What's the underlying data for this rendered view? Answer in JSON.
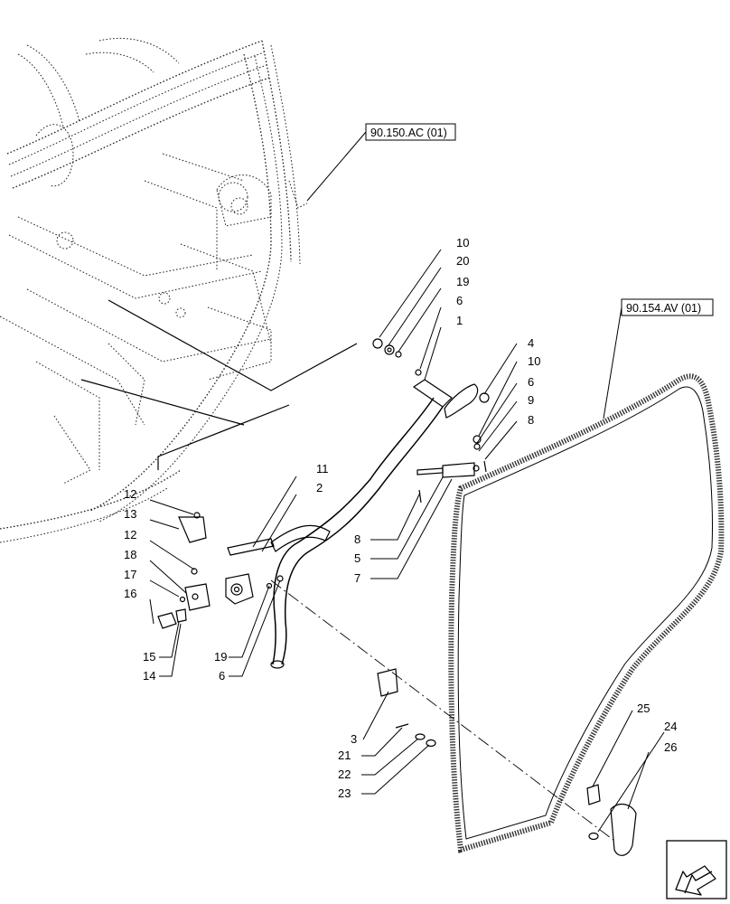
{
  "references": [
    {
      "id": "ref-cab-frame",
      "text": "90.150.AC (01)"
    },
    {
      "id": "ref-door-glass",
      "text": "90.154.AV (01)"
    }
  ],
  "callouts": [
    {
      "id": "c10a",
      "text": "10"
    },
    {
      "id": "c20",
      "text": "20"
    },
    {
      "id": "c19a",
      "text": "19"
    },
    {
      "id": "c6a",
      "text": "6"
    },
    {
      "id": "c1",
      "text": "1"
    },
    {
      "id": "c4",
      "text": "4"
    },
    {
      "id": "c10b",
      "text": "10"
    },
    {
      "id": "c6b",
      "text": "6"
    },
    {
      "id": "c9",
      "text": "9"
    },
    {
      "id": "c8a",
      "text": "8"
    },
    {
      "id": "c11",
      "text": "11"
    },
    {
      "id": "c2",
      "text": "2"
    },
    {
      "id": "c12a",
      "text": "12"
    },
    {
      "id": "c13",
      "text": "13"
    },
    {
      "id": "c12b",
      "text": "12"
    },
    {
      "id": "c18",
      "text": "18"
    },
    {
      "id": "c17",
      "text": "17"
    },
    {
      "id": "c16",
      "text": "16"
    },
    {
      "id": "c15",
      "text": "15"
    },
    {
      "id": "c14",
      "text": "14"
    },
    {
      "id": "c8b",
      "text": "8"
    },
    {
      "id": "c5",
      "text": "5"
    },
    {
      "id": "c7",
      "text": "7"
    },
    {
      "id": "c19b",
      "text": "19"
    },
    {
      "id": "c6c",
      "text": "6"
    },
    {
      "id": "c3",
      "text": "3"
    },
    {
      "id": "c21",
      "text": "21"
    },
    {
      "id": "c22",
      "text": "22"
    },
    {
      "id": "c23",
      "text": "23"
    },
    {
      "id": "c25",
      "text": "25"
    },
    {
      "id": "c24",
      "text": "24"
    },
    {
      "id": "c26",
      "text": "26"
    }
  ],
  "nav": {
    "icon": "previous-page-arrow-icon"
  }
}
